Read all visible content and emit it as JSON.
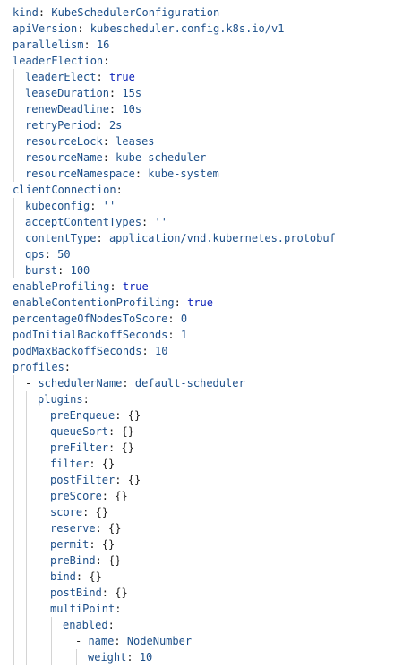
{
  "lines": [
    {
      "indent": 0,
      "key": "kind",
      "value": "KubeSchedulerConfiguration",
      "vtype": "val"
    },
    {
      "indent": 0,
      "key": "apiVersion",
      "value": "kubescheduler.config.k8s.io/v1",
      "vtype": "val"
    },
    {
      "indent": 0,
      "key": "parallelism",
      "value": "16",
      "vtype": "num"
    },
    {
      "indent": 0,
      "key": "leaderElection",
      "value": "",
      "vtype": ""
    },
    {
      "indent": 1,
      "key": "leaderElect",
      "value": "true",
      "vtype": "bool"
    },
    {
      "indent": 1,
      "key": "leaseDuration",
      "value": "15s",
      "vtype": "val"
    },
    {
      "indent": 1,
      "key": "renewDeadline",
      "value": "10s",
      "vtype": "val"
    },
    {
      "indent": 1,
      "key": "retryPeriod",
      "value": "2s",
      "vtype": "val"
    },
    {
      "indent": 1,
      "key": "resourceLock",
      "value": "leases",
      "vtype": "val"
    },
    {
      "indent": 1,
      "key": "resourceName",
      "value": "kube-scheduler",
      "vtype": "val"
    },
    {
      "indent": 1,
      "key": "resourceNamespace",
      "value": "kube-system",
      "vtype": "val"
    },
    {
      "indent": 0,
      "key": "clientConnection",
      "value": "",
      "vtype": ""
    },
    {
      "indent": 1,
      "key": "kubeconfig",
      "value": "''",
      "vtype": "str"
    },
    {
      "indent": 1,
      "key": "acceptContentTypes",
      "value": "''",
      "vtype": "str"
    },
    {
      "indent": 1,
      "key": "contentType",
      "value": "application/vnd.kubernetes.protobuf",
      "vtype": "val"
    },
    {
      "indent": 1,
      "key": "qps",
      "value": "50",
      "vtype": "num"
    },
    {
      "indent": 1,
      "key": "burst",
      "value": "100",
      "vtype": "num"
    },
    {
      "indent": 0,
      "key": "enableProfiling",
      "value": "true",
      "vtype": "bool"
    },
    {
      "indent": 0,
      "key": "enableContentionProfiling",
      "value": "true",
      "vtype": "bool"
    },
    {
      "indent": 0,
      "key": "percentageOfNodesToScore",
      "value": "0",
      "vtype": "num"
    },
    {
      "indent": 0,
      "key": "podInitialBackoffSeconds",
      "value": "1",
      "vtype": "num"
    },
    {
      "indent": 0,
      "key": "podMaxBackoffSeconds",
      "value": "10",
      "vtype": "num"
    },
    {
      "indent": 0,
      "key": "profiles",
      "value": "",
      "vtype": ""
    },
    {
      "indent": 1,
      "dash": true,
      "key": "schedulerName",
      "value": "default-scheduler",
      "vtype": "val"
    },
    {
      "indent": 2,
      "key": "plugins",
      "value": "",
      "vtype": ""
    },
    {
      "indent": 3,
      "key": "preEnqueue",
      "value": "{}",
      "vtype": "punct"
    },
    {
      "indent": 3,
      "key": "queueSort",
      "value": "{}",
      "vtype": "punct"
    },
    {
      "indent": 3,
      "key": "preFilter",
      "value": "{}",
      "vtype": "punct"
    },
    {
      "indent": 3,
      "key": "filter",
      "value": "{}",
      "vtype": "punct"
    },
    {
      "indent": 3,
      "key": "postFilter",
      "value": "{}",
      "vtype": "punct"
    },
    {
      "indent": 3,
      "key": "preScore",
      "value": "{}",
      "vtype": "punct"
    },
    {
      "indent": 3,
      "key": "score",
      "value": "{}",
      "vtype": "punct"
    },
    {
      "indent": 3,
      "key": "reserve",
      "value": "{}",
      "vtype": "punct"
    },
    {
      "indent": 3,
      "key": "permit",
      "value": "{}",
      "vtype": "punct"
    },
    {
      "indent": 3,
      "key": "preBind",
      "value": "{}",
      "vtype": "punct"
    },
    {
      "indent": 3,
      "key": "bind",
      "value": "{}",
      "vtype": "punct"
    },
    {
      "indent": 3,
      "key": "postBind",
      "value": "{}",
      "vtype": "punct"
    },
    {
      "indent": 3,
      "key": "multiPoint",
      "value": "",
      "vtype": ""
    },
    {
      "indent": 4,
      "key": "enabled",
      "value": "",
      "vtype": ""
    },
    {
      "indent": 5,
      "dash": true,
      "key": "name",
      "value": "NodeNumber",
      "vtype": "val"
    },
    {
      "indent": 6,
      "key": "weight",
      "value": "10",
      "vtype": "num"
    }
  ]
}
